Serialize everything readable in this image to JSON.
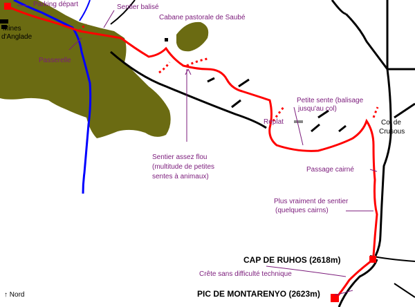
{
  "colors": {
    "terrain": "#6b6b12",
    "trail": "#ff0000",
    "river": "#0000ff",
    "road": "#000000",
    "annotation": "#7b1b7b"
  },
  "labels": {
    "parking": "Parking départ",
    "sentier_balise": "Sentier balisé",
    "mines_line1": "Mines",
    "mines_line2": "d'Anglade",
    "cabane": "Cabane pastorale de Saubé",
    "passerelle": "Passerelle",
    "petite_sente_line1": "Petite sente (balisage",
    "petite_sente_line2": "jusqu'au col)",
    "replat": "Replat",
    "col_line1": "Col de",
    "col_line2": "Crusous",
    "sentier_flou_line1": "Sentier assez flou",
    "sentier_flou_line2": "(multitude de petites",
    "sentier_flou_line3": "sentes à animaux)",
    "passage_cairne": "Passage cairné",
    "plus_vraiment_line1": "Plus vraiment de sentier",
    "plus_vraiment_line2": "(quelques cairns)",
    "cap_ruhos": "CAP DE RUHOS (2618m)",
    "crete": "Crête sans difficulté technique",
    "pic_montarenyo": "PIC DE MONTARENYO (2623m)",
    "nord": "Nord"
  },
  "icons": {
    "north_arrow": "up-arrow-icon",
    "summit_marker": "red-square-icon",
    "hut_marker": "black-square-icon"
  }
}
